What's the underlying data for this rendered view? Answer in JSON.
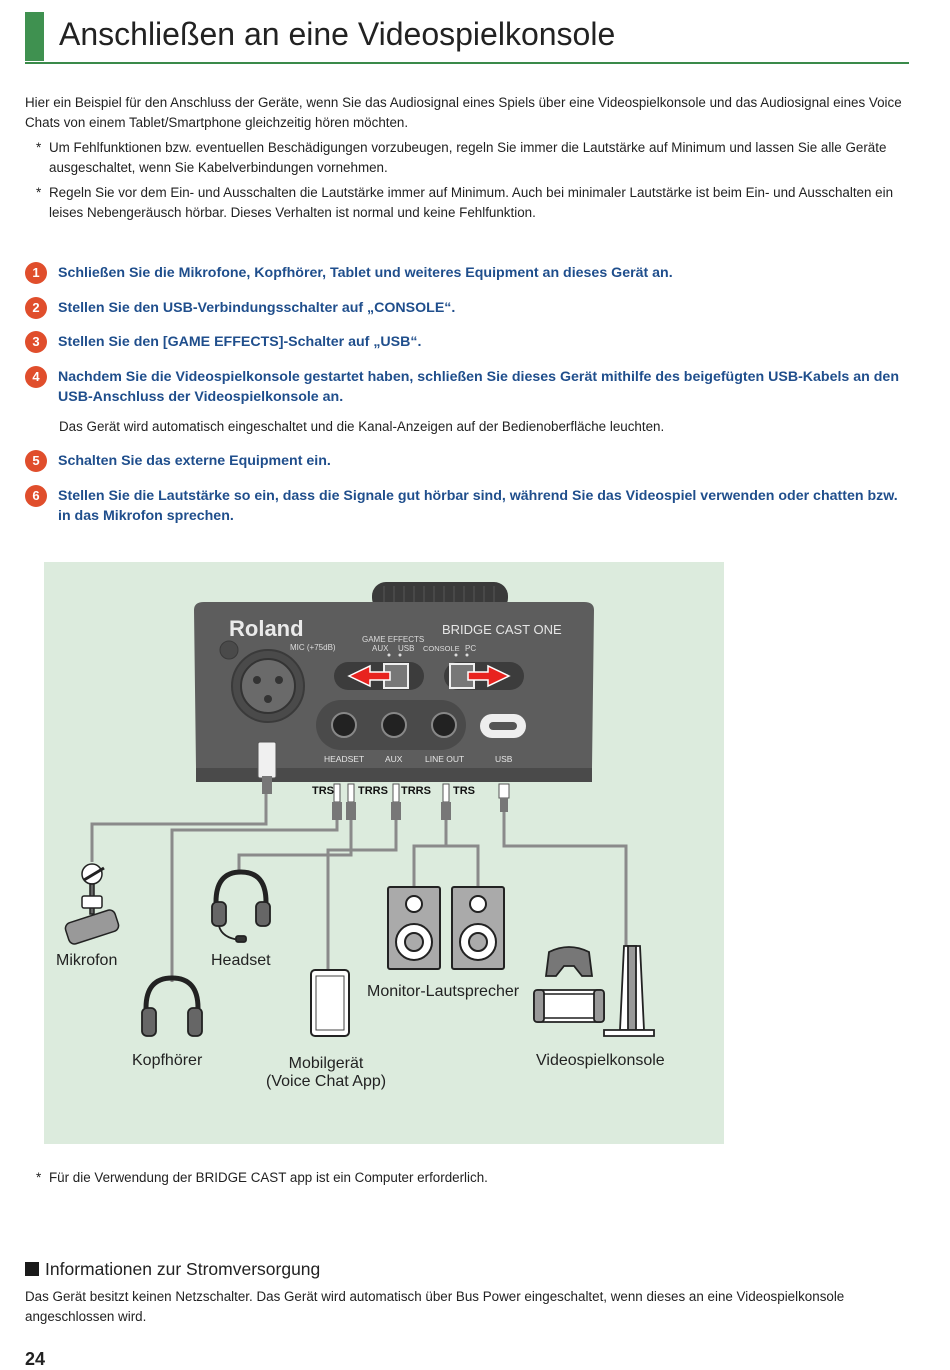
{
  "title": "Anschließen an eine Videospielkonsole",
  "intro": "Hier ein Beispiel für den Anschluss der Geräte, wenn Sie das Audiosignal eines Spiels über eine Videospielkonsole und das Audiosignal eines Voice Chats von einem Tablet/Smartphone gleichzeitig hören möchten.",
  "notes": [
    "Um Fehlfunktionen bzw. eventuellen Beschädigungen vorzubeugen, regeln Sie immer die Lautstärke auf Minimum und lassen Sie alle Geräte ausgeschaltet, wenn Sie Kabelverbindungen vornehmen.",
    "Regeln Sie vor dem Ein- und Ausschalten die Lautstärke immer auf Minimum. Auch bei minimaler Lautstärke ist beim Ein- und Ausschalten ein leises Nebengeräusch hörbar. Dieses Verhalten ist normal und keine Fehlfunktion."
  ],
  "note_marker": "*",
  "steps": [
    {
      "num": "1",
      "text": "Schließen Sie die Mikrofone, Kopfhörer, Tablet und weiteres Equipment an dieses Gerät an."
    },
    {
      "num": "2",
      "text": "Stellen Sie den USB-Verbindungsschalter auf „CONSOLE“."
    },
    {
      "num": "3",
      "text": "Stellen Sie den [GAME EFFECTS]-Schalter auf „USB“."
    },
    {
      "num": "4",
      "text": "Nachdem Sie die Videospielkonsole gestartet haben, schließen Sie dieses Gerät mithilfe des beigefügten USB-Kabels an den USB-Anschluss der Videospielkonsole an."
    },
    {
      "num": "5",
      "text": "Schalten Sie das externe Equipment ein."
    },
    {
      "num": "6",
      "text": "Stellen Sie die Lautstärke so ein, dass die Signale gut hörbar sind, während Sie das Videospiel verwenden oder chatten bzw. in das Mikrofon sprechen."
    }
  ],
  "step4_sub": "Das Gerät wird automatisch eingeschaltet und die Kanal-Anzeigen auf der Bedienoberfläche leuchten.",
  "diagram": {
    "brand": "Roland",
    "model": "BRIDGE CAST ONE",
    "mic_gain": "MIC (+75dB)",
    "game_effects": "GAME EFFECTS",
    "aux": "AUX",
    "usb_sw": "USB",
    "console": "CONSOLE",
    "pc": "PC",
    "port_headset": "HEADSET",
    "port_aux": "AUX",
    "port_lineout": "LINE OUT",
    "port_usb": "USB",
    "plug_trs1": "TRS",
    "plug_trrs1": "TRRS",
    "plug_trrs2": "TRRS",
    "plug_trs2": "TRS",
    "device_mic": "Mikrofon",
    "device_headset": "Headset",
    "device_speakers": "Monitor-Lautsprecher",
    "device_headphones": "Kopfhörer",
    "device_mobile_1": "Mobilgerät",
    "device_mobile_2": "(Voice Chat App)",
    "device_console": "Videospielkonsole"
  },
  "footnote": "Für die Verwendung der BRIDGE CAST app ist ein Computer erforderlich.",
  "section_title": "Informationen zur Stromversorgung",
  "section_body": "Das Gerät besitzt keinen Netzschalter. Das Gerät wird automatisch über Bus Power eingeschaltet, wenn dieses an eine Videospielkonsole angeschlossen wird.",
  "page_number": "24",
  "colors": {
    "accent_green": "#3f9150",
    "step_badge": "#e04e2c",
    "step_text": "#1f4e8c",
    "diagram_bg": "#dcebdd",
    "arrow_red": "#e8231f"
  }
}
